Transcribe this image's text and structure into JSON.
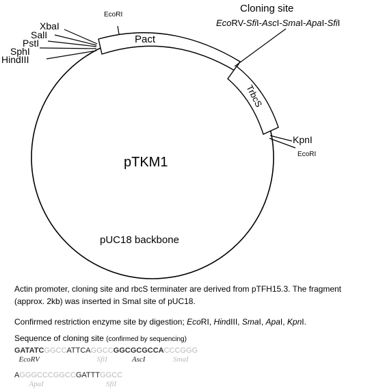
{
  "plasmid": {
    "name": "pTKM1",
    "backbone_label": "pUC18 backbone",
    "segments": {
      "pact": "Pact",
      "trbcs": "TrbcS"
    },
    "sites": {
      "ecori_top": "EcoRI",
      "xbai": "XbaI",
      "sali": "SalI",
      "psti": "PstI",
      "sphi": "SphI",
      "hindiii": "HindIII",
      "kpni": "KpnI",
      "ecori_right": "EcoRI"
    },
    "cloning_site": {
      "title": "Cloning site",
      "enzymes": [
        {
          "italic": "Eco",
          "rest": "RV"
        },
        {
          "sep": "-"
        },
        {
          "italic": "Sfi",
          "rest": "I"
        },
        {
          "sep": "-"
        },
        {
          "italic": "Asc",
          "rest": "I"
        },
        {
          "sep": "-"
        },
        {
          "italic": "Sma",
          "rest": "I"
        },
        {
          "sep": "-"
        },
        {
          "italic": "Apa",
          "rest": "I"
        },
        {
          "sep": "-"
        },
        {
          "italic": "Sfi",
          "rest": "I"
        }
      ]
    }
  },
  "notes": {
    "derivation": "Actin promoter, cloning site and rbcS terminater are derived from pTFH15.3.  The fragment (approx. 2kb) was inserted in SmaI site of pUC18.",
    "confirmed_prefix": "Confirmed restriction enzyme site by digestion; ",
    "confirmed_sites": [
      {
        "italic": "Eco",
        "rest": "RI"
      },
      {
        "italic": "Hin",
        "rest": "dIII"
      },
      {
        "italic": "Sma",
        "rest": "I"
      },
      {
        "italic": "Apa",
        "rest": "I"
      },
      {
        "italic": "Kpn",
        "rest": "I"
      }
    ],
    "sequence_title": "Sequence of cloning site",
    "sequence_note": "(confirmed by sequencing)"
  },
  "sequence": {
    "row1": [
      {
        "nt": "GATATC",
        "enzyme": "EcoRV",
        "style": "dark"
      },
      {
        "nt": "GGCC",
        "enzyme": "",
        "style": "light"
      },
      {
        "nt": "ATTCA",
        "enzyme": "",
        "style": "darkn"
      },
      {
        "nt": "GGCC",
        "enzyme": "SfiI",
        "style": "light"
      },
      {
        "nt": "GGCGCGCCA",
        "enzyme": "AscI",
        "style": "dark"
      },
      {
        "nt": "CCCGGG",
        "enzyme": "SmaI",
        "style": "light"
      }
    ],
    "row2": [
      {
        "nt": "A",
        "enzyme": "",
        "style": "darkn"
      },
      {
        "nt": "GGGCCC",
        "enzyme": "ApaI",
        "style": "light"
      },
      {
        "nt": "GGCC",
        "enzyme": "",
        "style": "light"
      },
      {
        "nt": "GATTT",
        "enzyme": "",
        "style": "darkn"
      },
      {
        "nt": "GGCC",
        "enzyme": "SfiI",
        "style": "light"
      }
    ]
  }
}
